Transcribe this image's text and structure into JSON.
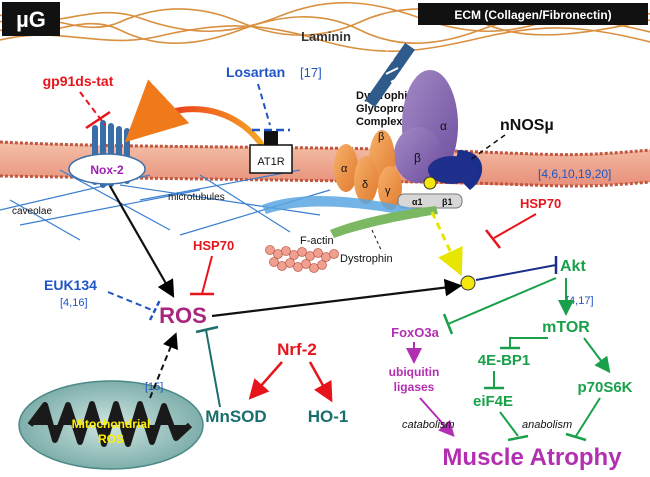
{
  "header": {
    "ug": "µG",
    "laminin": "Laminin",
    "ecm": "ECM (Collagen/Fibronectin)"
  },
  "inhibitors": {
    "gp91": "gp91ds-tat",
    "losartan": "Losartan",
    "losartan_ref": "[17]",
    "euk": "EUK134",
    "euk_ref": "[4,16]",
    "hsp70_upper": "HSP70",
    "hsp70_lower": "HSP70"
  },
  "complex": {
    "line1": "Dystrophin",
    "line2": "Glycoprotein",
    "line3": "Complex",
    "alpha_top": "α",
    "beta_top": "β",
    "beta_left": "β",
    "alpha_left": "α",
    "delta": "δ",
    "gamma": "γ",
    "alpha1": "α1",
    "beta1": "β1"
  },
  "nnos": "nNOSµ",
  "nnos_ref": "[4,6,10,19,20]",
  "membrane": {
    "nox2": "Nox-2",
    "at1r": "AT1R",
    "caveolae": "caveolae",
    "microtubules": "microtubules",
    "factin": "F-actin",
    "dystrophin": "Dystrophin"
  },
  "ros": "ROS",
  "mito": {
    "line1": "Mitochondrial",
    "line2": "ROS",
    "ref": "[15]"
  },
  "antioxidant": {
    "nrf2": "Nrf-2",
    "mnsod": "MnSOD",
    "ho1": "HO-1"
  },
  "signaling": {
    "akt": "Akt",
    "akt_ref": "[4,17]",
    "mtor": "mTOR",
    "foxo": "FoxO3a",
    "ubiq1": "ubiquitin",
    "ubiq2": "ligases",
    "ebp1": "4E-BP1",
    "eif4e": "eiF4E",
    "p70": "p70S6K",
    "catabolism": "catabolism",
    "anabolism": "anabolism",
    "atrophy": "Muscle Atrophy"
  },
  "colors": {
    "red": "#e8141b",
    "blue": "#1f55c4",
    "green": "#18a04a",
    "teal": "#1b6e6e",
    "magenta": "#b22fb2"
  }
}
